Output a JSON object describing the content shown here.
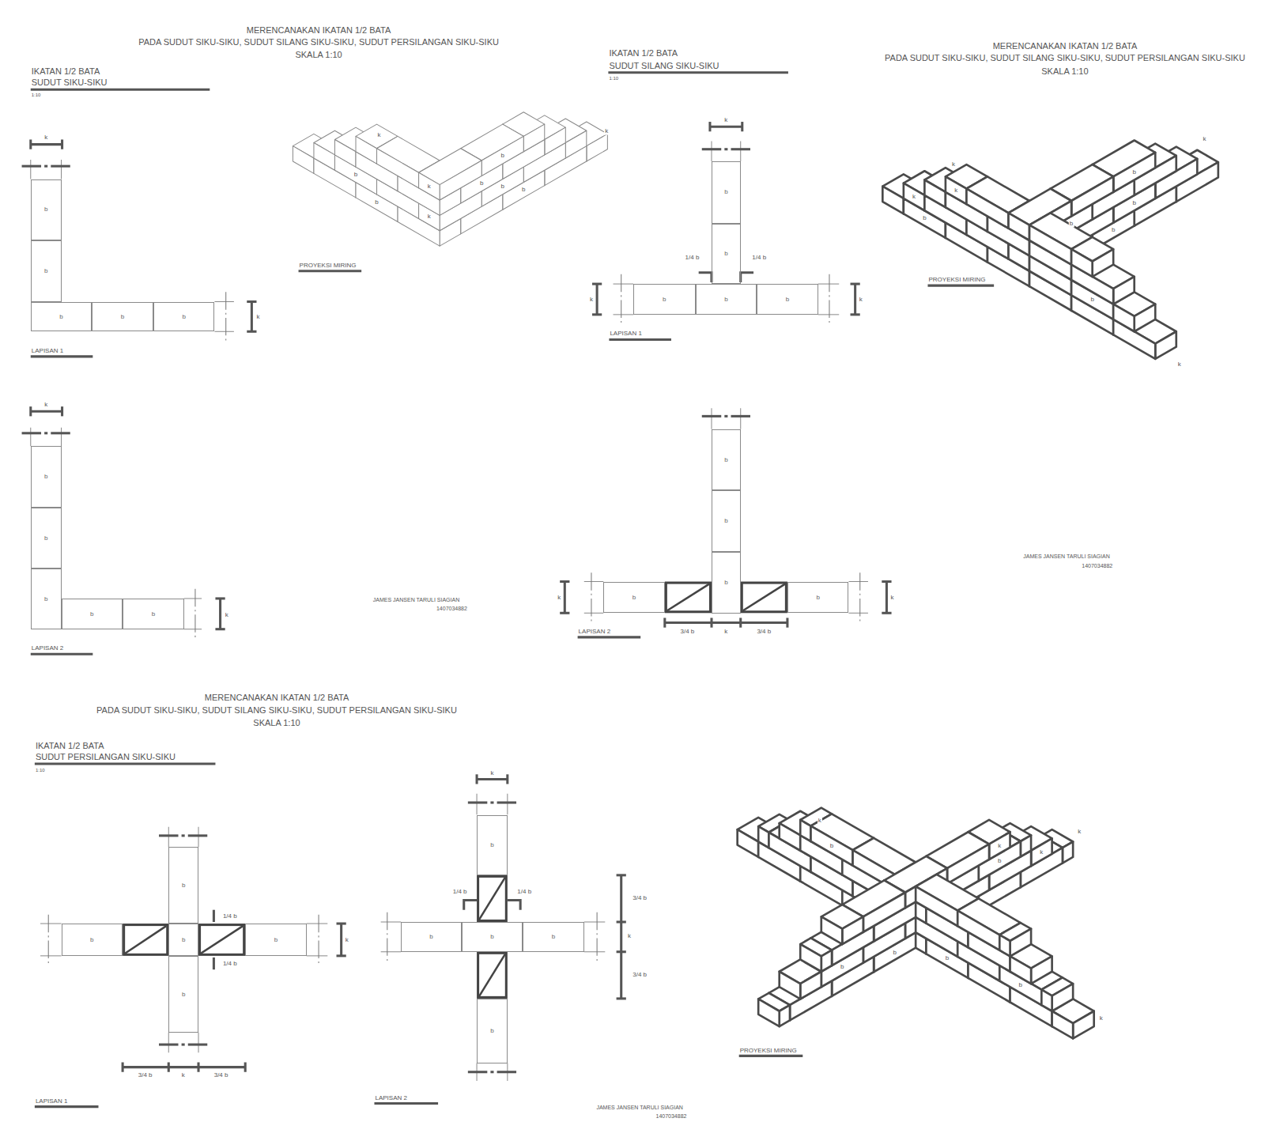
{
  "diagram": {
    "nodes": [
      {
        "text": [
          "b"
        ]
      },
      {
        "text": [
          "b"
        ]
      },
      {
        "text": [
          "b"
        ]
      },
      {
        "text": [
          "b"
        ]
      },
      {
        "text": [
          "b"
        ]
      },
      {
        "text": [
          "b"
        ]
      },
      {
        "text": [
          "b"
        ]
      },
      {
        "text": [
          "b"
        ]
      },
      {
        "text": [
          "b"
        ]
      },
      {
        "text": [
          "b"
        ]
      },
      {
        "text": [
          "b"
        ]
      },
      {
        "text": [
          "b"
        ]
      },
      {
        "text": [
          "b"
        ]
      },
      {
        "text": [
          "b"
        ]
      },
      {
        "text": [
          "b"
        ]
      },
      {
        "text": [
          "b"
        ]
      },
      {
        "text": [
          "b"
        ]
      },
      {
        "text": [
          "b"
        ]
      },
      {
        "text": [
          "b"
        ]
      },
      {
        "text": [
          "b"
        ]
      },
      {
        "text": [
          "b"
        ]
      },
      {
        "text": [
          "b"
        ]
      },
      {
        "text": [
          "b"
        ]
      },
      {
        "text": [
          "b"
        ]
      },
      {
        "text": [
          "b"
        ]
      },
      {
        "text": [
          "b"
        ]
      },
      {
        "text": [
          "b"
        ]
      },
      {
        "text": [
          "b"
        ]
      },
      {
        "text": [
          "b"
        ]
      },
      {
        "text": [
          "b"
        ]
      }
    ],
    "labels": [
      "MERENCANAKAN IKATAN 1/2 BATA",
      "PADA SUDUT SIKU-SIKU, SUDUT SILANG SIKU-SIKU, SUDUT PERSILANGAN SIKU-SIKU",
      "SKALA 1:10",
      "IKATAN 1/2 BATA",
      "SUDUT SIKU-SIKU",
      "1:10",
      "k",
      "k",
      "LAPISAN 1",
      "k",
      "k",
      "LAPISAN 2",
      "PROYEKSI MIRING",
      "JAMES JANSEN TARULI SIAGIAN",
      "1407034882",
      "IKATAN 1/2 BATA",
      "SUDUT SILANG SIKU-SIKU",
      "1:10",
      "k",
      "1/4 b",
      "1/4 b",
      "k",
      "k",
      "LAPISAN 1",
      "k",
      "k",
      "3/4 b",
      "k",
      "3/4 b",
      "LAPISAN 2",
      "MERENCANAKAN IKATAN 1/2 BATA",
      "PADA SUDUT SIKU-SIKU, SUDUT SILANG SIKU-SIKU, SUDUT PERSILANGAN SIKU-SIKU",
      "SKALA 1:10",
      "PROYEKSI MIRING",
      "JAMES JANSEN TARULI SIAGIAN",
      "1407034882",
      "MERENCANAKAN IKATAN 1/2 BATA",
      "PADA SUDUT SIKU-SIKU, SUDUT SILANG SIKU-SIKU, SUDUT PERSILANGAN SIKU-SIKU",
      "SKALA 1:10",
      "IKATAN 1/2 BATA",
      "SUDUT PERSILANGAN SIKU-SIKU",
      "1:10",
      "1/4 b",
      "1/4 b",
      "k",
      "3/4 b",
      "k",
      "3/4 b",
      "LAPISAN 1",
      "k",
      "1/4 b",
      "1/4 b",
      "3/4 b",
      "k",
      "3/4 b",
      "LAPISAN 2",
      "JAMES JANSEN TARULI SIAGIAN",
      "1407034882",
      "PROYEKSI MIRING",
      "b",
      "b",
      "b",
      "b",
      "b",
      "b",
      "k",
      "k",
      "k",
      "k",
      "b",
      "b",
      "b",
      "b",
      "b",
      "b",
      "k",
      "k",
      "k",
      "k",
      "k",
      "b",
      "b",
      "b",
      "b",
      "b",
      "b",
      "k",
      "k",
      "k",
      "k",
      "k"
    ]
  }
}
